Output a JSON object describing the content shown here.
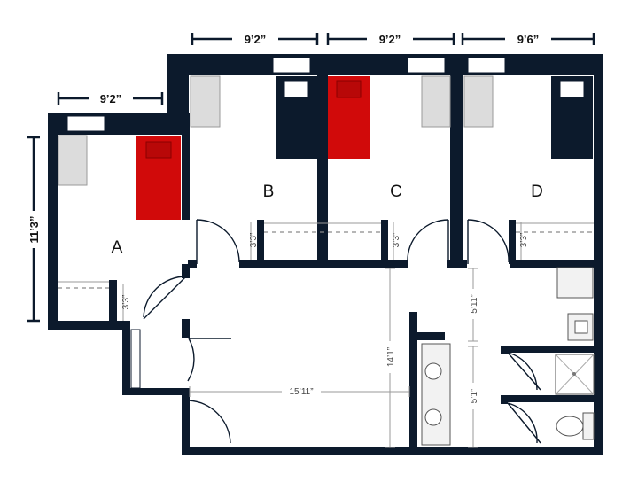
{
  "rooms": {
    "a": "A",
    "b": "B",
    "c": "C",
    "d": "D"
  },
  "dims": {
    "top_left": "9’2”",
    "top_b": "9’2”",
    "top_c": "9’2”",
    "top_d": "9’6”",
    "side_a": "11’3”",
    "closet_a": "3’3”",
    "closet_b": "3’3”",
    "closet_c": "3’3”",
    "closet_d": "3’3”",
    "hall_width": "15’11”",
    "hall_height": "14’1”",
    "bath_upper": "5’11”",
    "bath_lower": "5’1”"
  },
  "colors": {
    "wall": "#0c1a2c",
    "bed_assigned": "#d10a0a",
    "bed_dark": "#0c1a2c",
    "bed_empty": "#dcdcdc"
  }
}
